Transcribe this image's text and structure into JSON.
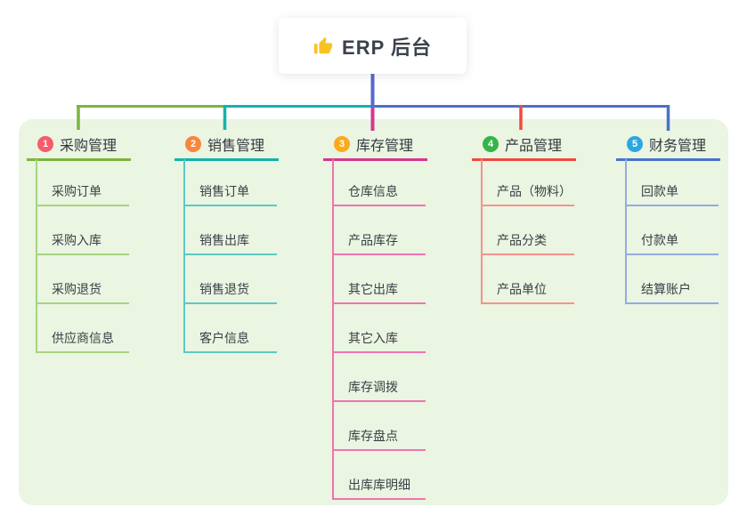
{
  "root": {
    "label": "ERP 后台",
    "icon": "thumbs-up-icon",
    "icon_color": "#F8C225",
    "stem_color": "#5A68CC"
  },
  "panel": {
    "bg": "#EAF5E2"
  },
  "branches": [
    {
      "number": "1",
      "label": "采购管理",
      "badge_color": "#F85B69",
      "line_color": "#7CB53E",
      "child_line_color": "#A9D37F",
      "children": [
        "采购订单",
        "采购入库",
        "采购退货",
        "供应商信息"
      ]
    },
    {
      "number": "2",
      "label": "销售管理",
      "badge_color": "#F9863C",
      "line_color": "#14B3AC",
      "child_line_color": "#5CC9C3",
      "children": [
        "销售订单",
        "销售出库",
        "销售退货",
        "客户信息"
      ]
    },
    {
      "number": "3",
      "label": "库存管理",
      "badge_color": "#FBAA1D",
      "line_color": "#D6368F",
      "child_line_color": "#EF74B0",
      "children": [
        "仓库信息",
        "产品库存",
        "其它出库",
        "其它入库",
        "库存调拨",
        "库存盘点",
        "出库库明细"
      ]
    },
    {
      "number": "4",
      "label": "产品管理",
      "badge_color": "#35B44A",
      "line_color": "#F04A3F",
      "child_line_color": "#F5938D",
      "children": [
        "产品（物料）",
        "产品分类",
        "产品单位"
      ]
    },
    {
      "number": "5",
      "label": "财务管理",
      "badge_color": "#2EA7E0",
      "line_color": "#4A72CB",
      "child_line_color": "#95ABE0",
      "children": [
        "回款单",
        "付款单",
        "结算账户"
      ]
    }
  ]
}
